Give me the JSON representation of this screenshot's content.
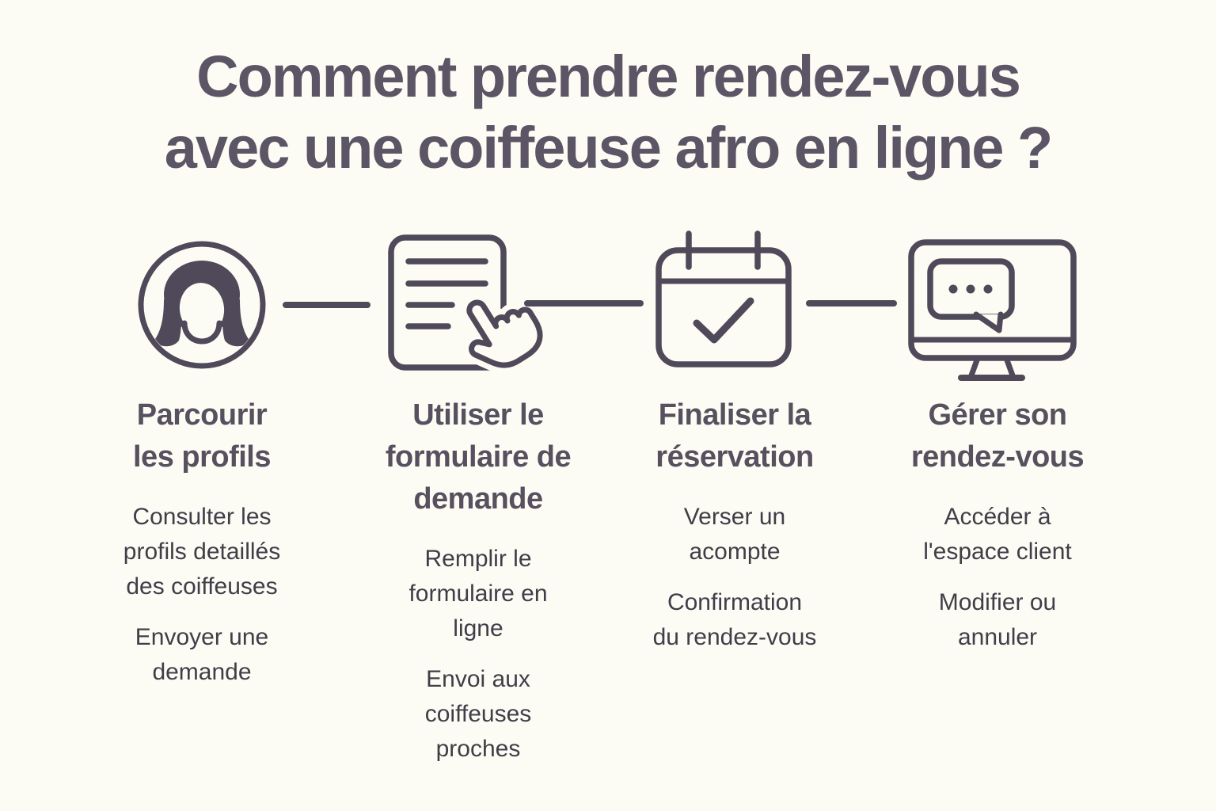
{
  "title": {
    "text": "Comment prendre rendez-vous\navec une coiffeuse afro en ligne ?"
  },
  "steps": [
    {
      "icon": "woman-avatar-icon",
      "heading": "Parcourir\nles profils",
      "points": [
        "Consulter les\nprofils detaillés\ndes coiffeuses",
        "Envoyer une\ndemande"
      ]
    },
    {
      "icon": "request-form-hand-icon",
      "heading": "Utiliser le\nformulaire de\ndemande",
      "points": [
        "Remplir le\nformulaire en\nligne",
        "Envoi aux\ncoiffeuses\nproches"
      ]
    },
    {
      "icon": "calendar-check-icon",
      "heading": "Finaliser la\nréservation",
      "points": [
        "Verser un\nacompte",
        "Confirmation\ndu rendez-vous"
      ]
    },
    {
      "icon": "monitor-chat-icon",
      "heading": "Gérer son\nrendez-vous",
      "points": [
        "Accéder à\nl'espace client",
        "Modifier ou\nannuler"
      ]
    }
  ],
  "colors": {
    "background": "#fdfcf4",
    "ink": "#4f4959",
    "title": "#5c5566",
    "heading": "#56505f",
    "body": "#413d49"
  }
}
